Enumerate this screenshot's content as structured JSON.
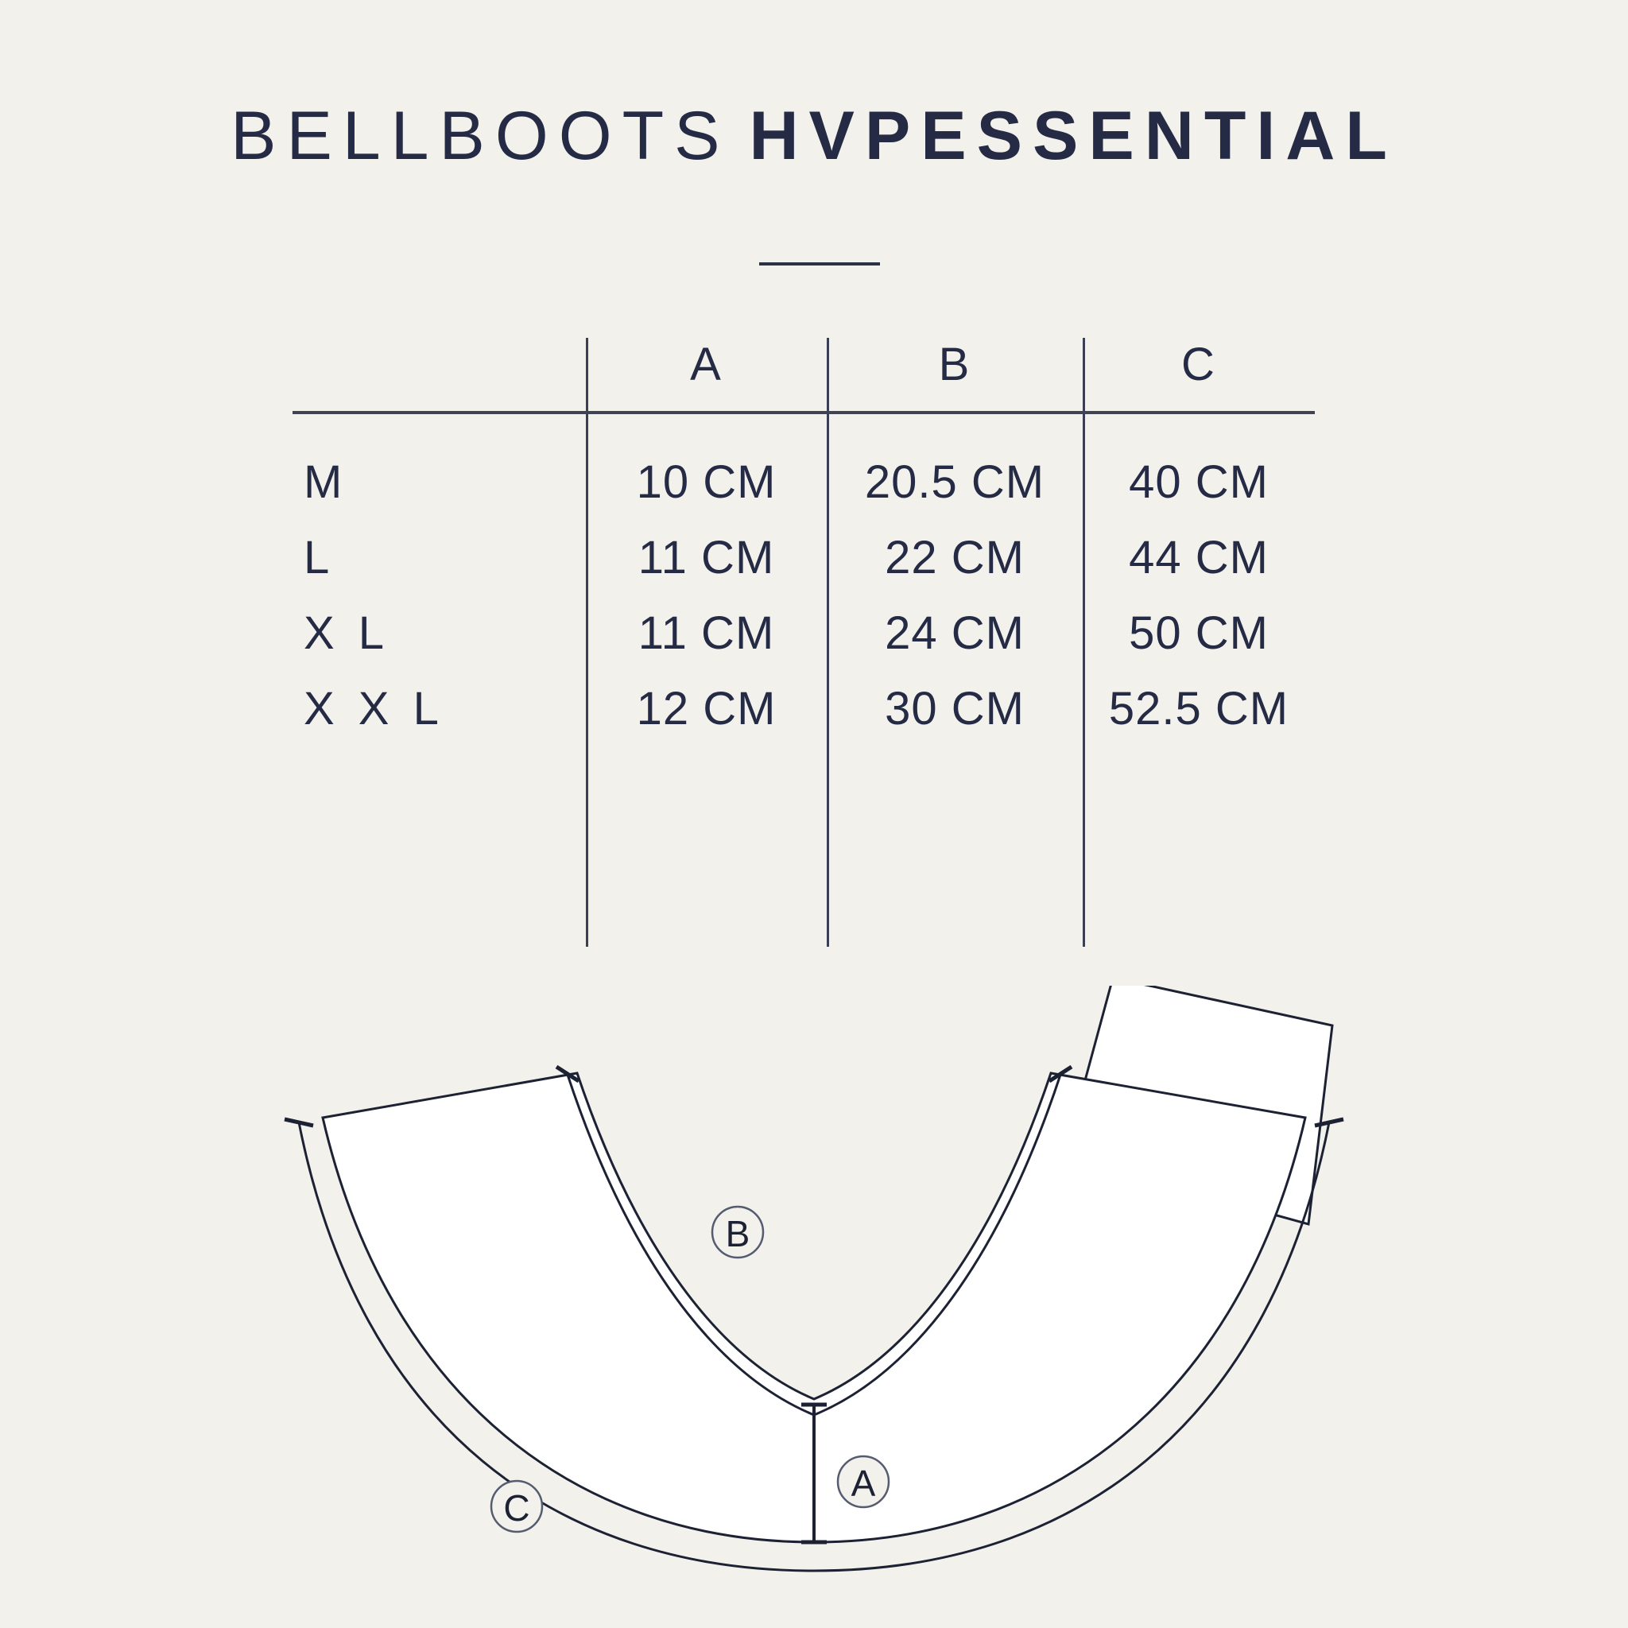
{
  "title": {
    "part_light": "BELLBOOTS",
    "part_bold": "HVPESSENTIAL"
  },
  "size_table": {
    "columns": [
      "",
      "A",
      "B",
      "C"
    ],
    "rows": [
      {
        "size": "M",
        "a": "10 CM",
        "b": "20.5 CM",
        "c": "40 CM"
      },
      {
        "size": "L",
        "a": "11 CM",
        "b": "22 CM",
        "c": "44 CM"
      },
      {
        "size": "X L",
        "a": "11 CM",
        "b": "24 CM",
        "c": "50 CM"
      },
      {
        "size": "X X L",
        "a": "12 CM",
        "b": "30 CM",
        "c": "52.5 CM"
      }
    ]
  },
  "diagram": {
    "labels": {
      "a": "A",
      "b": "B",
      "c": "C"
    }
  },
  "colors": {
    "background": "#f3f1ec",
    "ink": "#252b45",
    "shape_fill": "#ffffff",
    "shape_stroke": "#1c2233"
  }
}
